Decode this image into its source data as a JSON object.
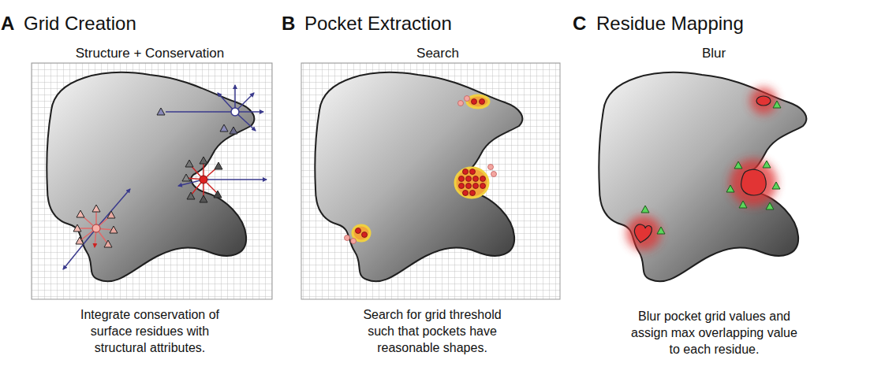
{
  "diagram": {
    "labels": [
      "A",
      "Grid Creation",
      "Structure + Conservation",
      "Integrate conservation of surface residues with structural attributes.",
      "B",
      "Pocket Extraction",
      "Search",
      "Search for grid threshold such that pockets have reasonable shapes.",
      "C",
      "Residue Mapping",
      "Blur",
      "Blur pocket grid values and assign max overlapping value to each residue."
    ]
  }
}
